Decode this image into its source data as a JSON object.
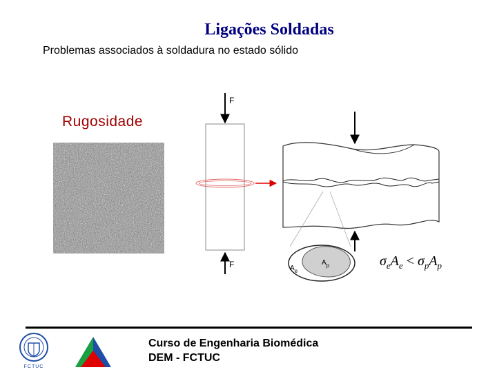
{
  "slide": {
    "title": "Ligações Soldadas",
    "subtitle": "Problemas associados à soldadura no estado sólido",
    "section_heading": "Rugosidade",
    "footer": {
      "line1": "Curso de Engenharia Biomédica",
      "line2": "DEM - FCTUC"
    },
    "logo_caption": "FCTUC"
  },
  "diagram": {
    "force_label_top": "F",
    "force_label_bottom": "F",
    "area_label_e": "A",
    "area_label_e_sub": "e",
    "area_label_p": "A",
    "area_label_p_sub": "p",
    "equation": {
      "sigma_e": "σ",
      "sub_e": "e",
      "A_e": "A",
      "A_e_sub": "e",
      "operator": "<",
      "sigma_p": "σ",
      "sub_p": "p",
      "A_p": "A",
      "A_p_sub": "p"
    }
  },
  "colors": {
    "title": "#000080",
    "section_heading": "#a00000",
    "arrow_red": "#e00000",
    "green": "#1aa040",
    "blue": "#1f4ea8"
  }
}
